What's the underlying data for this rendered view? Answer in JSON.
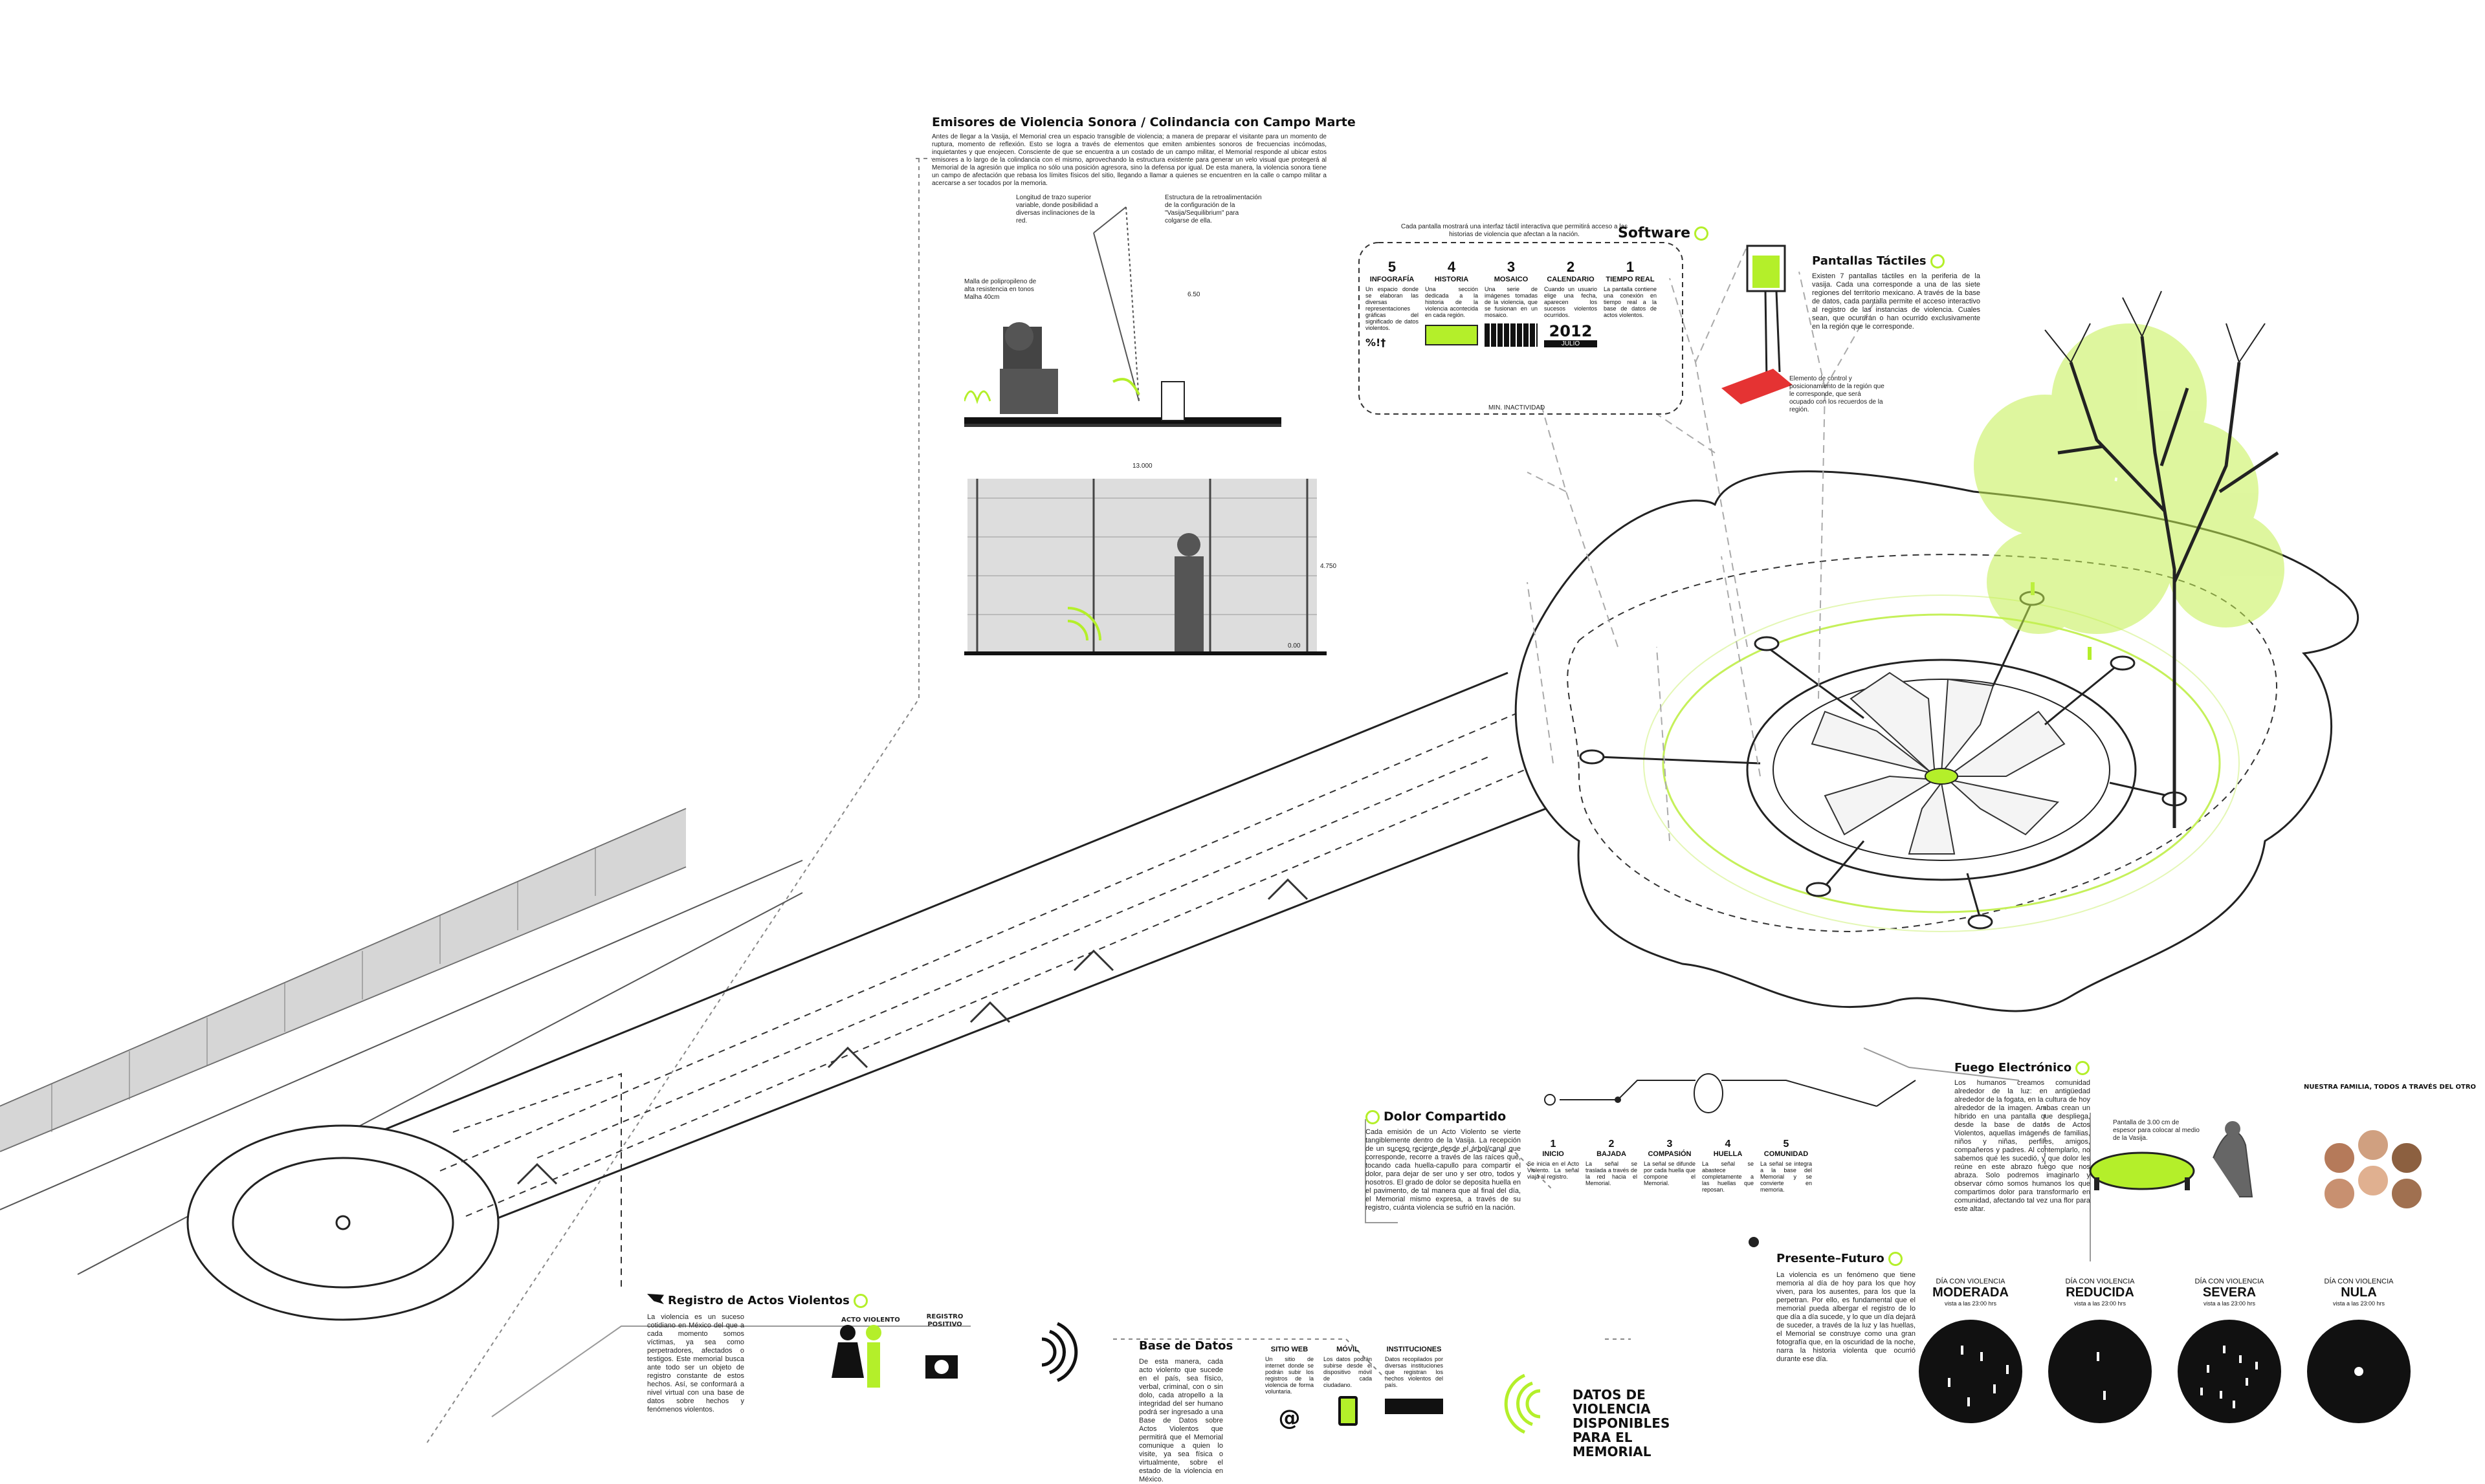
{
  "colors": {
    "accent": "#b4ef2a",
    "line": "#222222",
    "muted": "#777777"
  },
  "emisores": {
    "title": "Emisores de Violencia Sonora / Colindancia con Campo Marte",
    "text": "Antes de llegar a la Vasija, el Memorial crea un espacio transgible de violencia; a manera de preparar el visitante para un momento de ruptura, momento de reflexión. Esto se logra a través de elementos que emiten ambientes sonoros de frecuencias incómodas, inquietantes y que enojecen. Consciente de que se encuentra a un costado de un campo militar, el Memorial responde al ubicar estos emisores a lo largo de la colindancia con el mismo, aprovechando la estructura existente para generar un velo visual que protegerá al Memorial de la agresión que implica no sólo una posición agresora, sino la defensa por igual. De esta manera, la violencia sonora tiene un campo de afectación que rebasa los límites físicos del sitio, llegando a llamar a quienes se encuentren en la calle o campo militar a acercarse a ser tocados por la memoria.",
    "note_a": "Longitud de trazo superior variable, donde posibilidad a diversas inclinaciones de la red.",
    "note_b": "Estructura de la retroalimentación de la configuración de la \"Vasija/Sequilibrium\" para colgarse de ella.",
    "note_c": "Malla de polipropileno de alta resistencia en tonos Malha 40cm",
    "dim_a": "6.50",
    "dim_b": "13.000",
    "dim_c": "4.750",
    "dim_d": "0.00"
  },
  "software": {
    "title": "Software",
    "intro": "Cada pantalla mostrará una interfaz táctil interactiva que permitirá acceso a las historias de violencia que afectan a la nación.",
    "footer": "MIN. INACTIVIDAD",
    "year": "2012",
    "month": "JULIO",
    "stat": "%!†",
    "columns": [
      {
        "num": "5",
        "label": "INFOGRAFÍA",
        "text": "Un espacio donde se elaboran las diversas representaciones gráficas del significado de datos violentos."
      },
      {
        "num": "4",
        "label": "HISTORIA",
        "text": "Una sección dedicada a la historia de la violencia acontecida en cada región."
      },
      {
        "num": "3",
        "label": "MOSAICO",
        "text": "Una serie de imágenes tomadas de la violencia, que se fusionan en un mosaico."
      },
      {
        "num": "2",
        "label": "CALENDARIO",
        "text": "Cuando un usuario elige una fecha, aparecen los sucesos violentos ocurridos."
      },
      {
        "num": "1",
        "label": "TIEMPO REAL",
        "text": "La pantalla contiene una conexión en tiempo real a la base de datos de actos violentos."
      }
    ]
  },
  "pantallas": {
    "title": "Pantallas Táctiles",
    "text": "Existen 7 pantallas táctiles en la periferia de la vasija. Cada una corresponde a una de las siete regiones del territorio mexicano. A través de la base de datos, cada pantalla permite el acceso interactivo al registro de las instancias de violencia. Cuales sean, que ocurrirán o han ocurrido exclusivamente en la región que le corresponde.",
    "note": "Elemento de control y posicionamiento de la región que le corresponde, que será ocupado con los recuerdos de la región."
  },
  "dolor": {
    "title": "Dolor Compartido",
    "text": "Cada emisión de un Acto Violento se vierte tangiblemente dentro de la Vasija. La recepción de un suceso reciente desde el árbol/canal que corresponde, recorre a través de las raíces que, tocando cada huella-capullo para compartir el dolor, para dejar de ser uno y ser otro, todos y nosotros. El grado de dolor se deposita huella en el pavimento, de tal manera que al final del día, el Memorial mismo expresa, a través de su registro, cuánta violencia se sufrió en la nación.",
    "steps": [
      {
        "num": "1",
        "label": "INICIO",
        "text": "Se inicia en el Acto Violento. La señal viaja al registro."
      },
      {
        "num": "2",
        "label": "BAJADA",
        "text": "La señal se traslada a través de la red hacia el Memorial."
      },
      {
        "num": "3",
        "label": "COMPASIÓN",
        "text": "La señal se difunde por cada huella que compone el Memorial."
      },
      {
        "num": "4",
        "label": "HUELLA",
        "text": "La señal se abastece completamente a las huellas que reposan."
      },
      {
        "num": "5",
        "label": "COMUNIDAD",
        "text": "La señal se integra a la base del Memorial y se convierte en memoria."
      }
    ]
  },
  "fuego": {
    "title": "Fuego Electrónico",
    "text": "Los humanos creamos comunidad alrededor de la luz: en antigüedad alrededor de la fogata, en la cultura de hoy alrededor de la imagen. Ambas crean un híbrido en una pantalla que despliega, desde la base de datos de Actos Violentos, aquellas imágenes de familias, niños y niñas, perfiles, amigos, compañeros y padres. Al contemplarlo, no sabemos qué les sucedió, y que dolor les reúne en este abrazo fuego que nos abraza. Solo podremos imaginarlo y observar cómo somos humanos los que compartimos dolor para transformarlo en comunidad, afectando tal vez una flor para este altar.",
    "caption": "Pantalla de 3.00 cm de espesor para colocar al medio de la Vasija.",
    "familia_title": "NUESTRA FAMILIA, TODOS A TRAVÉS DEL OTRO"
  },
  "presente": {
    "title": "Presente–Futuro",
    "text": "La violencia es un fenómeno que tiene memoria al día de hoy para los que hoy viven, para los ausentes, para los que la perpetran. Por ello, es fundamental que el memorial pueda albergar el registro de lo que día a día sucede, y lo que un día dejará de suceder, a través de la luz y las huellas, el Memorial se construye como una gran fotografía que, en la oscuridad de la noche, narra la historia violenta que ocurrió durante ese día.",
    "levels": [
      {
        "key": "DÍA CON VIOLENCIA",
        "value": "MODERADA",
        "time": "vista a las 23:00 hrs"
      },
      {
        "key": "DÍA CON VIOLENCIA",
        "value": "REDUCIDA",
        "time": "vista a las 23:00 hrs"
      },
      {
        "key": "DÍA CON VIOLENCIA",
        "value": "SEVERA",
        "time": "vista a las 23:00 hrs"
      },
      {
        "key": "DÍA CON VIOLENCIA",
        "value": "NULA",
        "time": "vista a las 23:00 hrs"
      }
    ]
  },
  "registro": {
    "title": "Registro de Actos Violentos",
    "text": "La violencia es un suceso cotidiano en México del que a cada momento somos víctimas, ya sea como perpetradores, afectados o testigos. Este memorial busca ante todo ser un objeto de registro constante de estos hechos. Así, se conformará a nivel virtual con una base de datos sobre hechos y fenómenos violentos.",
    "label_a": "ACTO VIOLENTO",
    "label_b": "REGISTRO POSITIVO"
  },
  "base": {
    "title": "Base de Datos",
    "text": "De esta manera, cada acto violento que sucede en el país, sea físico, verbal, criminal, con o sin dolo, cada atropello a la integridad del ser humano podrá ser ingresado a una Base de Datos sobre Actos Violentos que permitirá que el Memorial comunique a quien lo visite, ya sea física o virtualmente, sobre el estado de la violencia en México.",
    "sources": [
      {
        "label": "SITIO WEB",
        "text": "Un sitio de internet donde se podrán subir los registros de la violencia de forma voluntaria.",
        "icon": "at-icon"
      },
      {
        "label": "MÓVIL",
        "text": "Los datos podrán subirse desde el dispositivo móvil de cada ciudadano.",
        "icon": "phone-icon"
      },
      {
        "label": "INSTITUCIONES",
        "text": "Datos recopilados por diversas instituciones que registran los hechos violentos del país.",
        "icon": "institution-icon"
      }
    ],
    "output": "DATOS DE VIOLENCIA DISPONIBLES PARA EL MEMORIAL"
  }
}
